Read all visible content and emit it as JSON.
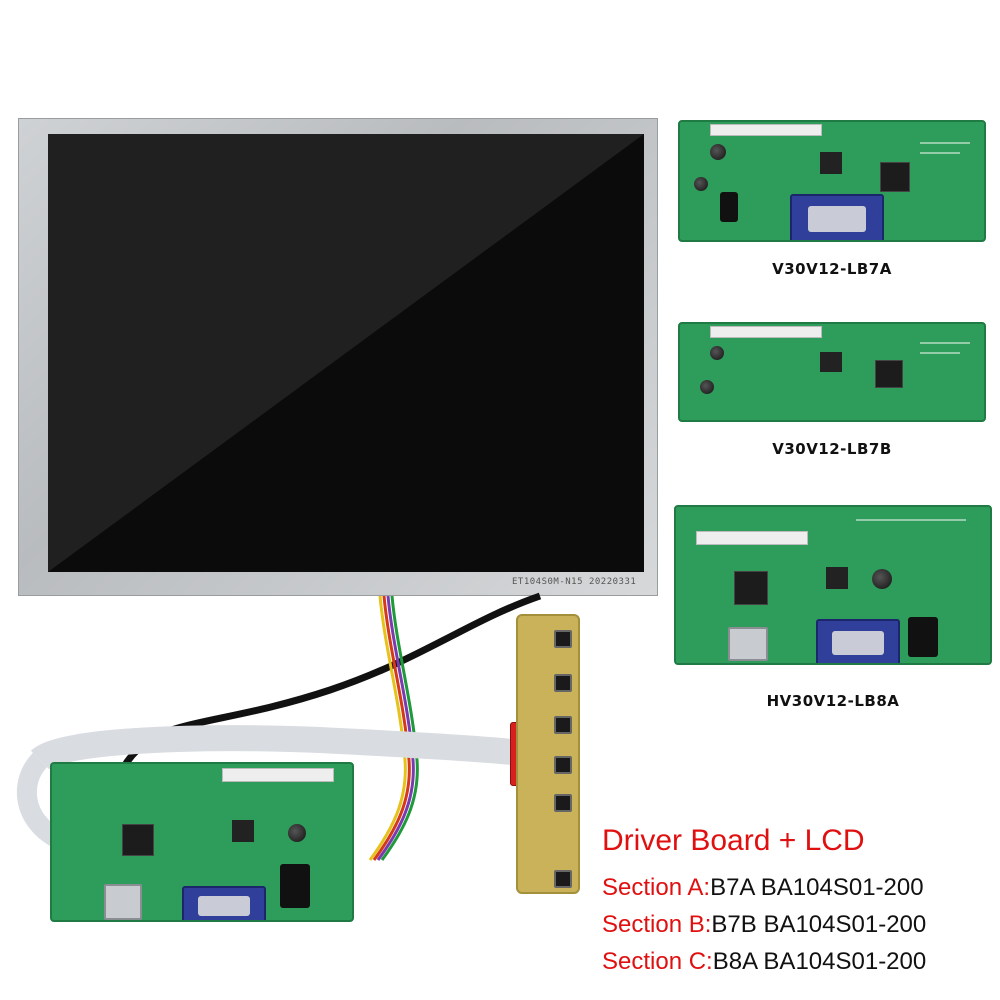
{
  "lcd": {
    "panel_label": "ET104S0M-N15  20220331"
  },
  "boards": [
    {
      "label": "V30V12-LB7A"
    },
    {
      "label": "V30V12-LB7B"
    },
    {
      "label": "HV30V12-LB8A"
    }
  ],
  "caption": {
    "title": "Driver Board + LCD",
    "sections": [
      {
        "name": "Section A:",
        "value": "B7A BA104S01-200"
      },
      {
        "name": "Section B:",
        "value": "B7B BA104S01-200"
      },
      {
        "name": "Section C:",
        "value": "B8A BA104S01-200"
      }
    ]
  },
  "colors": {
    "caption_accent": "#e01010",
    "pcb_green": "#2e9c5a",
    "keypad": "#c9b25a"
  }
}
